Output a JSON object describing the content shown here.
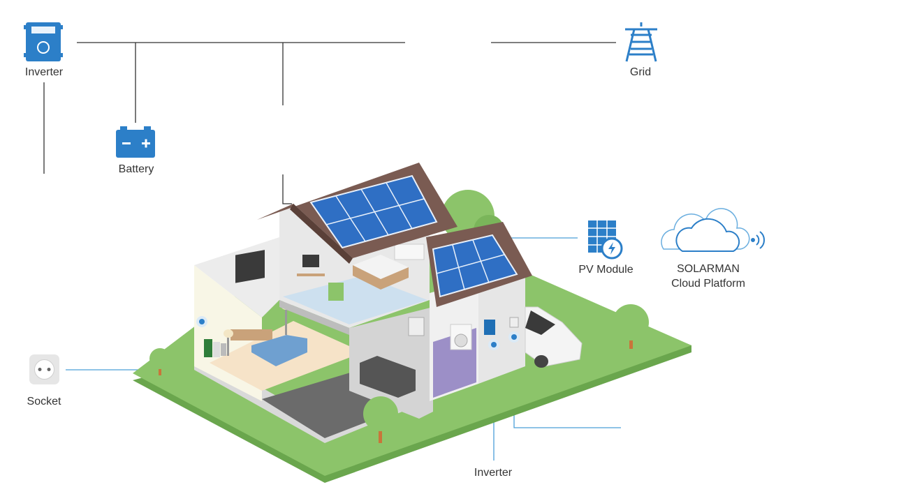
{
  "nodes": {
    "inverter_top": {
      "label": "Inverter",
      "icon": "inverter-icon"
    },
    "grid": {
      "label": "Grid",
      "icon": "transmission-tower-icon"
    },
    "battery": {
      "label": "Battery",
      "icon": "battery-icon"
    },
    "pv_module": {
      "label": "PV Module",
      "icon": "solar-panel-icon"
    },
    "cloud": {
      "label_line1": "SOLARMAN",
      "label_line2": "Cloud Platform",
      "icon": "cloud-wifi-icon"
    },
    "socket": {
      "label": "Socket",
      "icon": "power-socket-icon"
    },
    "inverter_bottom": {
      "label": "Inverter"
    }
  },
  "colors": {
    "brand_blue": "#1f6fb5",
    "icon_blue": "#2c7fc8",
    "connector_line": "#333333",
    "highlight_line": "#4a9fd8",
    "lawn": "#8cc46a",
    "lawn_edge": "#6aa64d",
    "roof": "#7a5b52",
    "panel": "#2f6fc4",
    "wall": "#f2f2f2",
    "living_floor": "#f6e3c8",
    "bedroom_floor": "#cde0ef",
    "laundry_wall": "#9c8fc7"
  }
}
